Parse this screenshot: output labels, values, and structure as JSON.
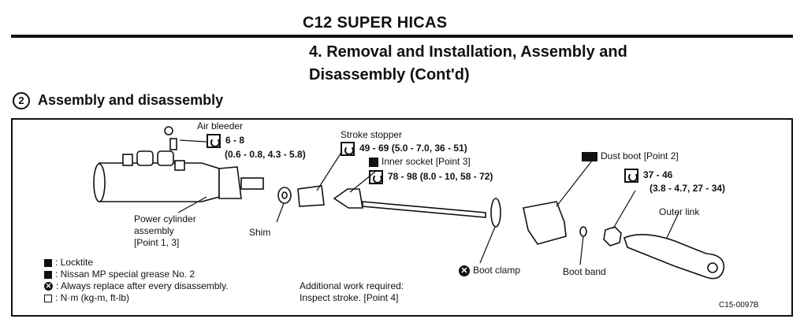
{
  "header": {
    "title": "C12 SUPER HICAS",
    "subtitle_line1": "4. Removal and Installation, Assembly and",
    "subtitle_line2": "Disassembly (Cont'd)"
  },
  "section": {
    "number": "2",
    "title": "Assembly and disassembly"
  },
  "diagram": {
    "air_bleeder": {
      "label": "Air bleeder",
      "torque": "6 - 8",
      "torque_units": "(0.6 - 0.8, 4.3 - 5.8)"
    },
    "stroke_stopper": {
      "label": "Stroke stopper",
      "torque": "49 - 69 (5.0 - 7.0, 36 - 51)"
    },
    "inner_socket": {
      "label": "Inner socket [Point 3]",
      "torque": "78 - 98 (8.0 - 10, 58 - 72)"
    },
    "dust_boot": {
      "label": "Dust boot [Point 2]"
    },
    "outer_link_nut": {
      "torque": "37 - 46",
      "torque_units": "(3.8 - 4.7, 27 - 34)"
    },
    "outer_link": {
      "label": "Outer link"
    },
    "power_cylinder": {
      "line1": "Power cylinder",
      "line2": "assembly",
      "line3": "[Point 1, 3]"
    },
    "shim": {
      "label": "Shim"
    },
    "boot_clamp": {
      "label": "Boot clamp"
    },
    "boot_band": {
      "label": "Boot band"
    },
    "legend": [
      {
        "icon": "locktite-icon",
        "text": ": Locktite"
      },
      {
        "icon": "grease-icon",
        "text": ": Nissan MP special grease No. 2"
      },
      {
        "icon": "replace-icon",
        "text": ": Always replace after every disassembly."
      },
      {
        "icon": "torque-icon",
        "text": ": N·m (kg-m, ft-lb)"
      }
    ],
    "additional_work": {
      "line1": "Additional work required:",
      "line2": "Inspect stroke. [Point 4]"
    },
    "figure_code": "C15-0097B"
  }
}
